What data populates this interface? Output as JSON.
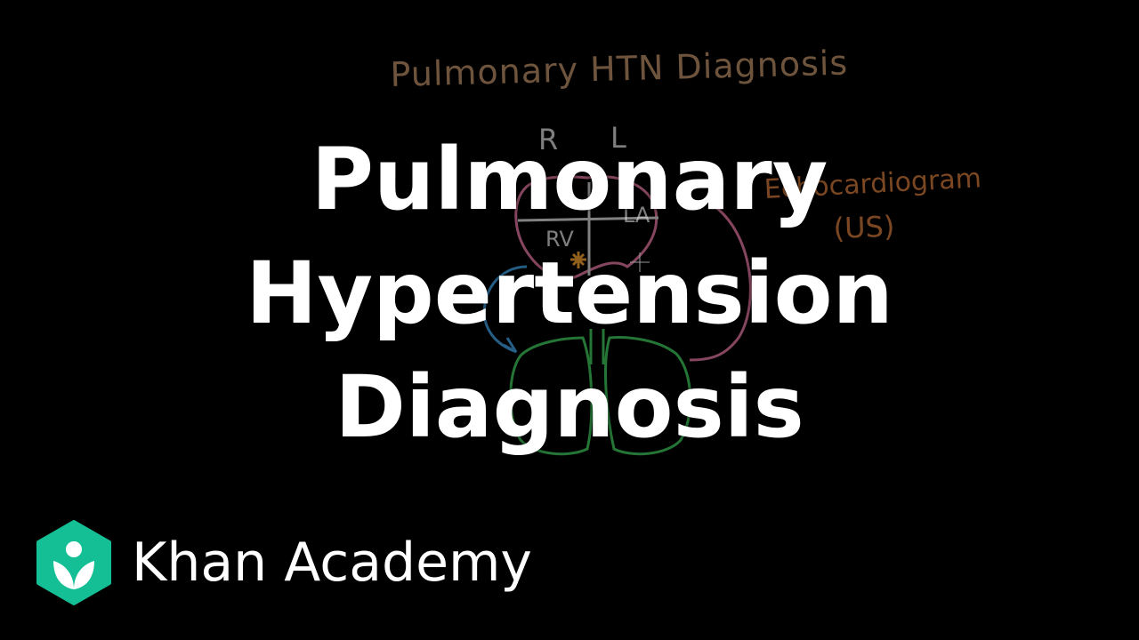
{
  "video_thumbnail": {
    "headline": [
      "Pulmonary",
      "Hypertension",
      "Diagnosis"
    ],
    "brand_name": "Khan Academy",
    "logo_icon": "khan-academy-hexagon-logo-icon"
  },
  "background_sketch": {
    "title": "Pulmonary HTN Diagnosis",
    "right_label": "R",
    "left_label": "L",
    "right_ventricle_label": "RV",
    "left_atrium_label": "LA",
    "method": "Echocardiogram",
    "method_abbrev": "(US)"
  },
  "colors": {
    "background": "#000000",
    "headline": "#ffffff",
    "logo_green": "#14bf96",
    "sketch_title": "#c89a6f",
    "sketch_labels": "#e6e6e6",
    "sketch_echo": "#e0823f",
    "heart_outline": "#e0769f",
    "lungs_outline": "#3cc45a",
    "blue_arrow": "#3f9fe0",
    "star": "#f0a030"
  }
}
